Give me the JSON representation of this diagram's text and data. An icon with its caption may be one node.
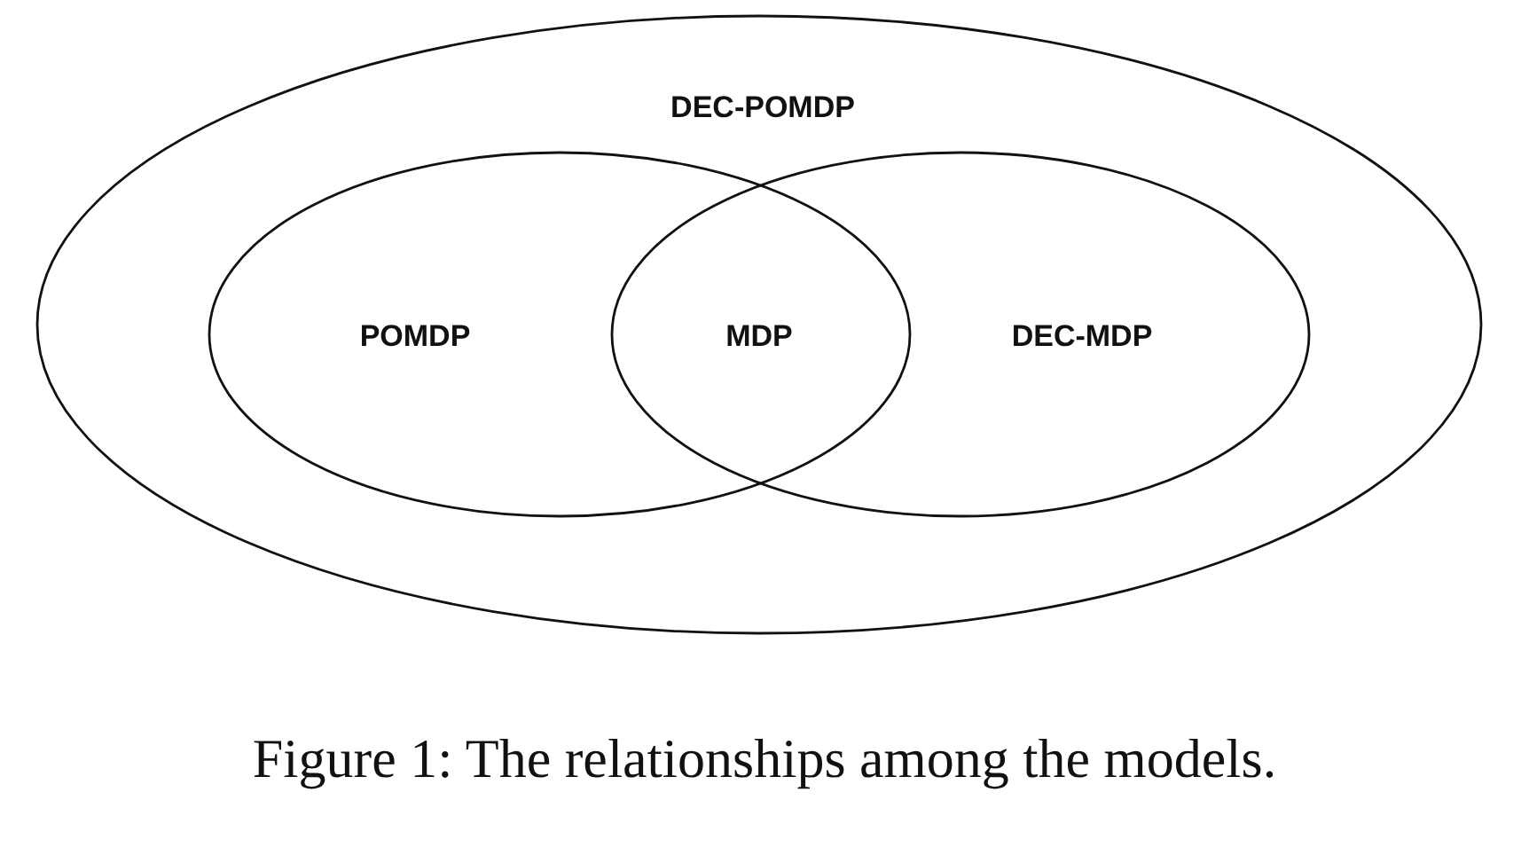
{
  "diagram": {
    "caption": "Figure 1: The relationships among the models.",
    "nodes": [
      {
        "text": [
          "DEC-POMDP"
        ]
      },
      {
        "text": [
          "POMDP"
        ],
        "in": 0
      },
      {
        "text": [
          "MDP"
        ]
      },
      {
        "text": [
          "DEC-MDP"
        ],
        "in": 0
      }
    ],
    "edges": []
  }
}
